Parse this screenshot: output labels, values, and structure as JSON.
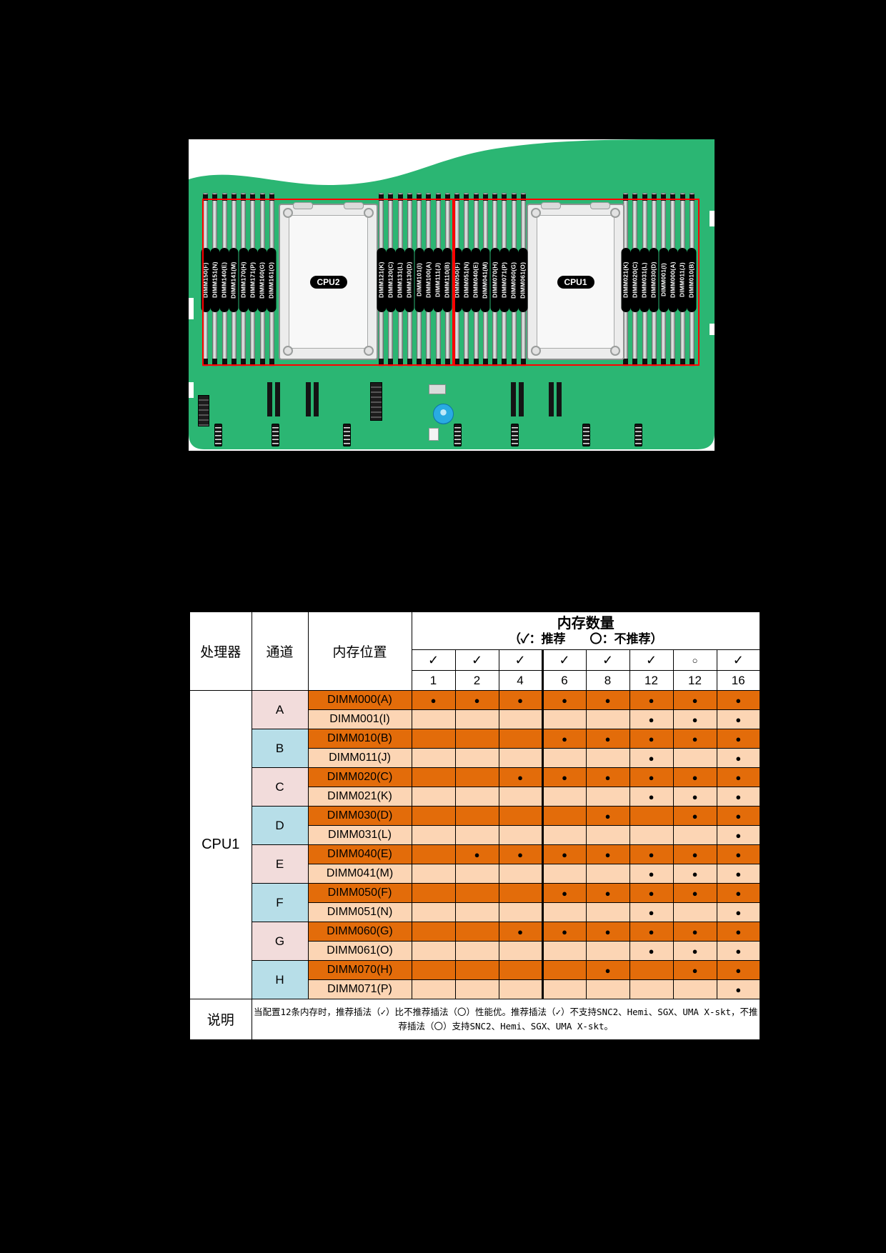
{
  "page": {
    "background": "#000000"
  },
  "board": {
    "colors": {
      "pcb_green": "#2BB673",
      "highlight_red": "#FF0000",
      "slot_label_bg": "#000000",
      "slot_label_fg": "#FFFFFF",
      "component_blue": "#29ABE2"
    },
    "cpus": [
      {
        "label": "CPU2"
      },
      {
        "label": "CPU1"
      }
    ],
    "banks": [
      {
        "name": "cpu2-left-bank",
        "slots": [
          "DIMM150(F)",
          "DIMM151(N)",
          "DIMM140(E)",
          "DIMM141(M)",
          "DIMM170(H)",
          "DIMM171(P)",
          "DIMM160(G)",
          "DIMM161(O)"
        ]
      },
      {
        "name": "cpu2-right-bank",
        "slots": [
          "DIMM121(K)",
          "DIMM120(C)",
          "DIMM131(L)",
          "DIMM130(D)",
          "DIMM101(I)",
          "DIMM100(A)",
          "DIMM111(J)",
          "DIMM110(B)"
        ]
      },
      {
        "name": "cpu1-left-bank",
        "slots": [
          "DIMM050(F)",
          "DIMM051(N)",
          "DIMM040(E)",
          "DIMM041(M)",
          "DIMM070(H)",
          "DIMM071(P)",
          "DIMM060(G)",
          "DIMM061(O)"
        ]
      },
      {
        "name": "cpu1-right-bank",
        "slots": [
          "DIMM021(K)",
          "DIMM020(C)",
          "DIMM031(L)",
          "DIMM030(D)",
          "DIMM001(I)",
          "DIMM000(A)",
          "DIMM011(J)",
          "DIMM010(B)"
        ]
      }
    ]
  },
  "table": {
    "colors": {
      "row_dark_orange": "#E36C0A",
      "row_light_orange": "#FCD5B4",
      "channel_pink": "#F2DCDB",
      "channel_blue": "#B7DEE8"
    },
    "headers": {
      "processor": "处理器",
      "channel": "通道",
      "position": "内存位置",
      "qty_title": "内存数量",
      "qty_legend": "（✓：推荐　　〇：不推荐）"
    },
    "marks": [
      "✓",
      "✓",
      "✓",
      "✓",
      "✓",
      "✓",
      "○",
      "✓"
    ],
    "counts": [
      "1",
      "2",
      "4",
      "6",
      "8",
      "12",
      "12",
      "16"
    ],
    "processor_value": "CPU1",
    "dot_char": "●",
    "channels": [
      {
        "name": "A",
        "rows": [
          {
            "label": "DIMM000(A)",
            "dots": [
              1,
              1,
              1,
              1,
              1,
              1,
              1,
              1
            ]
          },
          {
            "label": "DIMM001(I)",
            "dots": [
              0,
              0,
              0,
              0,
              0,
              1,
              1,
              1
            ]
          }
        ]
      },
      {
        "name": "B",
        "rows": [
          {
            "label": "DIMM010(B)",
            "dots": [
              0,
              0,
              0,
              1,
              1,
              1,
              1,
              1
            ]
          },
          {
            "label": "DIMM011(J)",
            "dots": [
              0,
              0,
              0,
              0,
              0,
              1,
              0,
              1
            ]
          }
        ]
      },
      {
        "name": "C",
        "rows": [
          {
            "label": "DIMM020(C)",
            "dots": [
              0,
              0,
              1,
              1,
              1,
              1,
              1,
              1
            ]
          },
          {
            "label": "DIMM021(K)",
            "dots": [
              0,
              0,
              0,
              0,
              0,
              1,
              1,
              1
            ]
          }
        ]
      },
      {
        "name": "D",
        "rows": [
          {
            "label": "DIMM030(D)",
            "dots": [
              0,
              0,
              0,
              0,
              1,
              0,
              1,
              1
            ]
          },
          {
            "label": "DIMM031(L)",
            "dots": [
              0,
              0,
              0,
              0,
              0,
              0,
              0,
              1
            ]
          }
        ]
      },
      {
        "name": "E",
        "rows": [
          {
            "label": "DIMM040(E)",
            "dots": [
              0,
              1,
              1,
              1,
              1,
              1,
              1,
              1
            ]
          },
          {
            "label": "DIMM041(M)",
            "dots": [
              0,
              0,
              0,
              0,
              0,
              1,
              1,
              1
            ]
          }
        ]
      },
      {
        "name": "F",
        "rows": [
          {
            "label": "DIMM050(F)",
            "dots": [
              0,
              0,
              0,
              1,
              1,
              1,
              1,
              1
            ]
          },
          {
            "label": "DIMM051(N)",
            "dots": [
              0,
              0,
              0,
              0,
              0,
              1,
              0,
              1
            ]
          }
        ]
      },
      {
        "name": "G",
        "rows": [
          {
            "label": "DIMM060(G)",
            "dots": [
              0,
              0,
              1,
              1,
              1,
              1,
              1,
              1
            ]
          },
          {
            "label": "DIMM061(O)",
            "dots": [
              0,
              0,
              0,
              0,
              0,
              1,
              1,
              1
            ]
          }
        ]
      },
      {
        "name": "H",
        "rows": [
          {
            "label": "DIMM070(H)",
            "dots": [
              0,
              0,
              0,
              0,
              1,
              0,
              1,
              1
            ]
          },
          {
            "label": "DIMM071(P)",
            "dots": [
              0,
              0,
              0,
              0,
              0,
              0,
              0,
              1
            ]
          }
        ]
      }
    ],
    "note_label": "说明",
    "note_text": "当配置12条内存时，推荐插法（✓）比不推荐插法（〇）性能优。推荐插法（✓）不支持SNC2、Hemi、SGX、UMA X-skt，不推荐插法（〇）支持SNC2、Hemi、SGX、UMA X-skt。"
  }
}
